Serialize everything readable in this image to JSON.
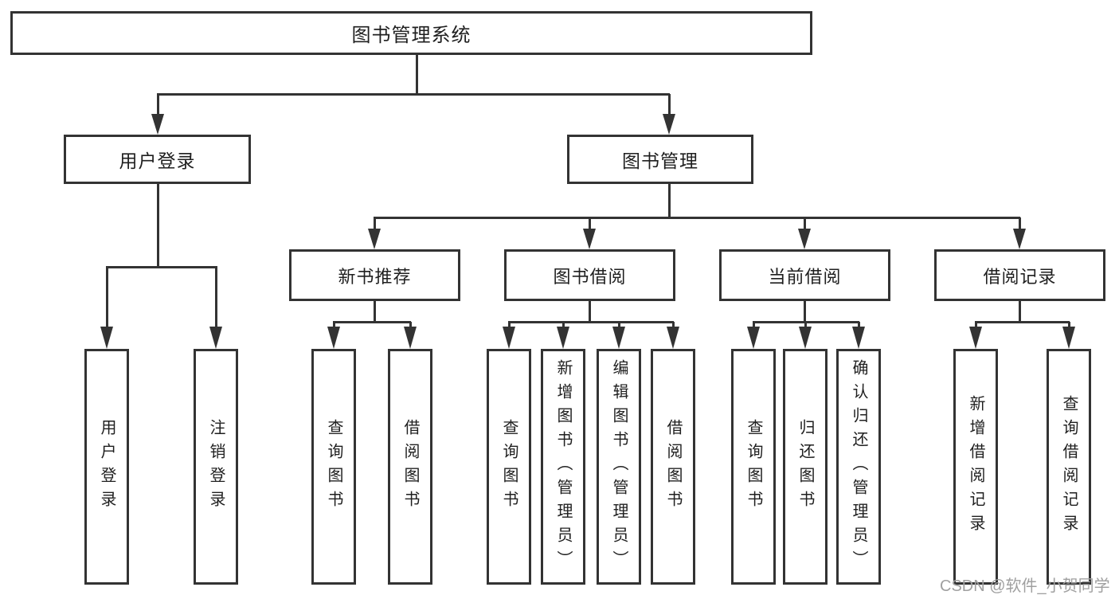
{
  "colors": {
    "line": "#333333",
    "box_border": "#333333",
    "text": "#1f1f1f",
    "watermark": "#a0a0a0",
    "background": "#ffffff"
  },
  "watermark": {
    "text": "CSDN @软件_小贺同学"
  },
  "nodes": {
    "root": {
      "label": "图书管理系统"
    },
    "user_login": {
      "label": "用户登录"
    },
    "book_management": {
      "label": "图书管理"
    },
    "new_book_recommend": {
      "label": "新书推荐"
    },
    "book_borrowing": {
      "label": "图书借阅"
    },
    "current_borrowing": {
      "label": "当前借阅"
    },
    "borrowing_records": {
      "label": "借阅记录"
    },
    "leaf_user_login": {
      "label": "用户登录"
    },
    "leaf_logout": {
      "label": "注销登录"
    },
    "rec_query_books": {
      "label": "查询图书"
    },
    "rec_borrow_books": {
      "label": "借阅图书"
    },
    "bor_query_books": {
      "label": "查询图书"
    },
    "bor_add_books": {
      "label": "新增图书（管理员）"
    },
    "bor_edit_books": {
      "label": "编辑图书（管理员）"
    },
    "bor_borrow_books": {
      "label": "借阅图书"
    },
    "cur_query_books": {
      "label": "查询图书"
    },
    "cur_return_books": {
      "label": "归还图书"
    },
    "cur_confirm_return": {
      "label": "确认归还（管理员）"
    },
    "recd_add_record": {
      "label": "新增借阅记录"
    },
    "recd_query_record": {
      "label": "查询借阅记录"
    }
  }
}
